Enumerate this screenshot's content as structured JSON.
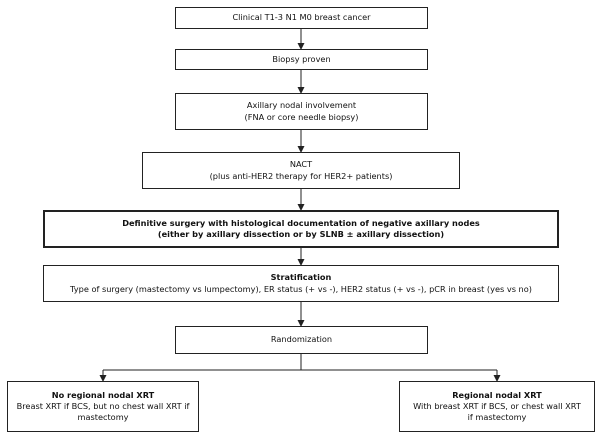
{
  "flowchart": {
    "steps": [
      {
        "lines": [
          "Clinical T1-3 N1 M0 breast cancer"
        ]
      },
      {
        "lines": [
          "Biopsy proven"
        ]
      },
      {
        "lines": [
          "Axillary nodal involvement",
          "(FNA or core needle biopsy)"
        ]
      },
      {
        "lines": [
          "NACT",
          "(plus anti-HER2 therapy for HER2+ patients)"
        ]
      },
      {
        "lines": [
          "Definitive surgery with histological documentation of negative axillary nodes",
          "(either by axillary dissection or by SLNB ± axillary dissection)"
        ]
      },
      {
        "lines": [
          "Stratification",
          "Type of surgery (mastectomy vs lumpectomy), ER status (+ vs -), HER2 status (+ vs -), pCR in breast (yes vs no)"
        ]
      },
      {
        "lines": [
          "Randomization"
        ]
      }
    ],
    "arms": [
      {
        "title": "No regional nodal XRT",
        "lines": [
          "Breast XRT if BCS, but no chest wall XRT if",
          "mastectomy"
        ]
      },
      {
        "title": "Regional nodal XRT",
        "lines": [
          "With breast XRT if BCS, or chest wall XRT",
          "if mastectomy"
        ]
      }
    ]
  }
}
